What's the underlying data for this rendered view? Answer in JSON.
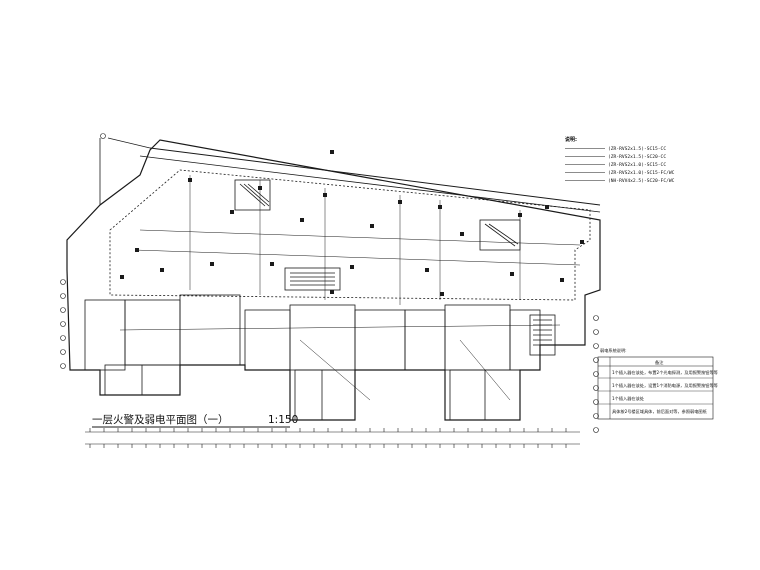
{
  "drawing": {
    "title": "一层火警及弱电平面图（一）",
    "scale": "1:150"
  },
  "legend": {
    "heading": "说明:",
    "items": [
      {
        "text": "(ZR-RVS2x1.5)-SC15-CC"
      },
      {
        "text": "(ZR-RVS2x1.5)-SC20-CC"
      },
      {
        "text": "(ZR-RVS2x1.0)-SC15-CC"
      },
      {
        "text": "(ZR-RVS2x1.0)-SC15-FC/WC"
      },
      {
        "text": "(NH-RVV4x2.5)-SC20-FC/WC"
      }
    ]
  },
  "notes_table": {
    "heading": "弱电系统说明:",
    "column_header": "备注",
    "rows": [
      {
        "text": "1个插入器在该处，布置2个光电探测，及用报警按钮等等"
      },
      {
        "text": "1个插入器在该处，设置1个消防电源，及用报警按钮等等"
      },
      {
        "text": "1个插入器在该处"
      },
      {
        "text": "具体按2号楼区域具体，前后面对等，参照弱电图纸"
      }
    ]
  },
  "colors": {
    "line": "#1a1a1a",
    "background": "#ffffff"
  }
}
